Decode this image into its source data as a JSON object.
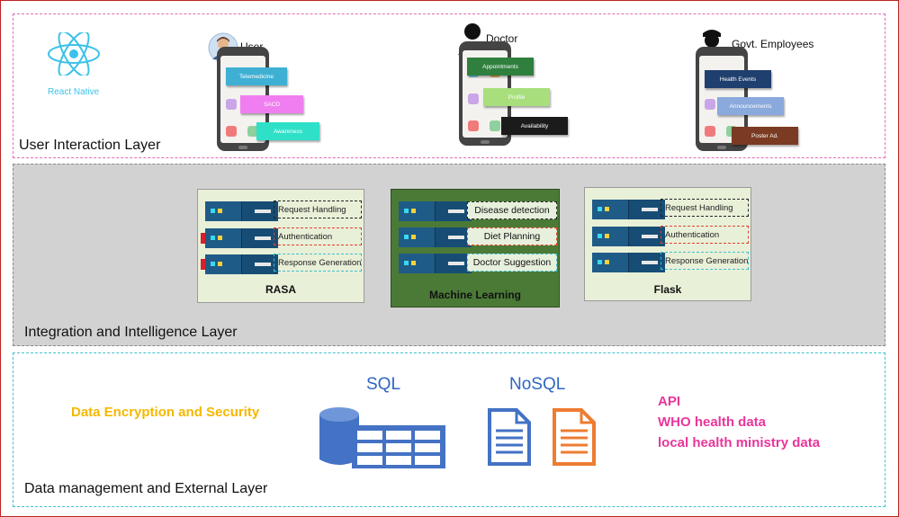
{
  "layers": {
    "user": {
      "title": "User Interaction Layer",
      "react_label": "React Native",
      "roles": [
        {
          "label": "User",
          "items": [
            "Telemedicine",
            "SACD",
            "Awareness"
          ]
        },
        {
          "label": "Doctor",
          "items": [
            "Appointments",
            "Profile",
            "Availability"
          ]
        },
        {
          "label": "Govt. Employees",
          "items": [
            "Health Events",
            "Announcements",
            "Poster Ad."
          ]
        }
      ]
    },
    "integration": {
      "title": "Integration and Intelligence Layer",
      "modules": [
        {
          "title": "RASA",
          "items": [
            "Request Handling",
            "Authentication",
            "Response Generation"
          ]
        },
        {
          "title": "Machine Learning",
          "items": [
            "Disease detection",
            "Diet Planning",
            "Doctor Suggestion"
          ]
        },
        {
          "title": "Flask",
          "items": [
            "Request Handling",
            "Authentication",
            "Response Generation"
          ]
        }
      ]
    },
    "data": {
      "title": "Data management and External Layer",
      "security": "Data Encryption and Security",
      "sql": "SQL",
      "nosql": "NoSQL",
      "external": [
        "API",
        "WHO health data",
        "local health ministry data"
      ]
    }
  },
  "colors": {
    "user_border": "#e26ab8",
    "integration_fill": "#d2d2d2",
    "data_border": "#3fc1cf",
    "security_text": "#f5b800",
    "db_blue": "#4472c4",
    "doc_orange": "#ed7d31",
    "external_text": "#e8369b",
    "server_blue": "#1f5b87"
  }
}
